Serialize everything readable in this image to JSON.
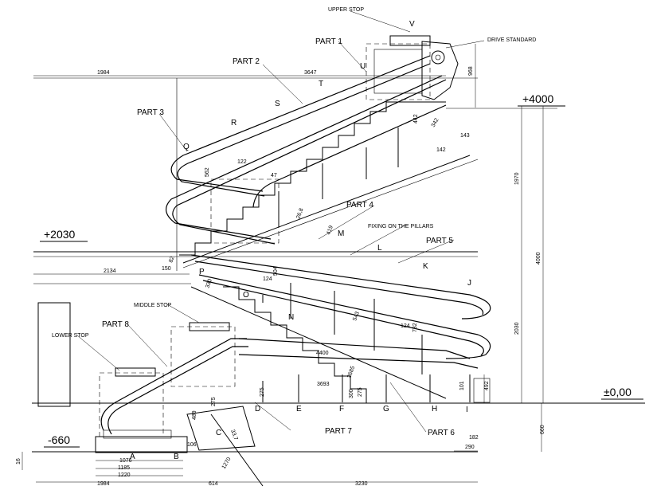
{
  "levels": {
    "top": "+4000",
    "middle": "+2030",
    "ground": "±0,00",
    "bottom": "-660"
  },
  "labels": {
    "upper_stop": "UPPER STOP",
    "drive_standard": "DRIVE STANDARD",
    "middle_stop": "MIDDLE STOP",
    "lower_stop": "LOWER STOP",
    "fixing": "FIXING ON THE PILLARS"
  },
  "parts": {
    "p1": "PART 1",
    "p2": "PART 2",
    "p3": "PART 3",
    "p4": "PART 4",
    "p5": "PART 5",
    "p6": "PART 6",
    "p7": "PART 7",
    "p8": "PART 8"
  },
  "points": {
    "V": "V",
    "U": "U",
    "T": "T",
    "S": "S",
    "R": "R",
    "Q": "Q",
    "P": "P",
    "O": "O",
    "N": "N",
    "M": "M",
    "L": "L",
    "K": "K",
    "J": "J",
    "I": "I",
    "H": "H",
    "G": "G",
    "F": "F",
    "E": "E",
    "D": "D",
    "C": "C",
    "B": "B",
    "A": "A"
  },
  "dims": {
    "d1984_top": "1984",
    "d3647": "3647",
    "d968": "968",
    "d442": "442",
    "d342": "342",
    "d143": "143",
    "d142": "142",
    "d1970": "1970",
    "d4000": "4000",
    "d2030": "2030",
    "d122": "122",
    "d562": "562",
    "d47": "47",
    "d268": "26,8",
    "d419": "419",
    "d2134": "2134",
    "d150": "150",
    "d82": "82",
    "d330": "330",
    "d124a": "124",
    "d504": "504",
    "d124b": "124",
    "d732": "732",
    "d543": "543",
    "d4400": "4400",
    "d3693": "3693",
    "d2685": "2685",
    "d275a": "275",
    "d300": "300",
    "d275b": "275",
    "d101": "101",
    "d492": "492",
    "d660": "660",
    "d182": "182",
    "d290": "290",
    "d489": "489",
    "d275c": "275",
    "d337": "33,7",
    "d106": "106",
    "d16": "16",
    "d1076": "1076",
    "d1185": "1185",
    "d1220": "1220",
    "d1984_bot": "1984",
    "d614": "614",
    "d3230": "3230",
    "d1270": "1270"
  }
}
